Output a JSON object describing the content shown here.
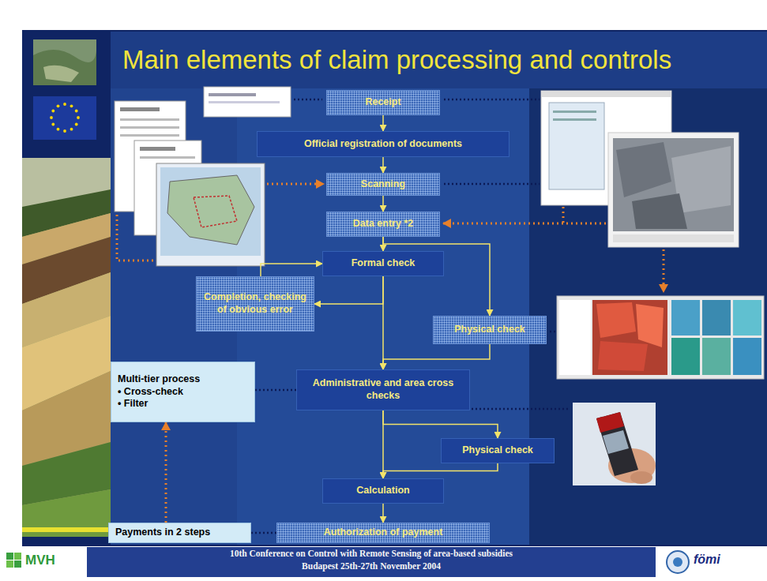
{
  "diagram": {
    "title": "Main elements of claim processing and controls",
    "nodes": [
      {
        "text": [
          "Receipt"
        ]
      },
      {
        "text": [
          "Official registration of documents"
        ]
      },
      {
        "text": [
          "Scanning"
        ]
      },
      {
        "text": [
          "Data entry *2"
        ]
      },
      {
        "text": [
          "Formal check"
        ]
      },
      {
        "text": [
          "Completion, checking of obvious error"
        ]
      },
      {
        "text": [
          "Physical check"
        ]
      },
      {
        "text": [
          "Administrative and area cross checks"
        ]
      },
      {
        "text": [
          "Physical check"
        ]
      },
      {
        "text": [
          "Calculation"
        ]
      },
      {
        "text": [
          "Authorization of payment"
        ]
      },
      {
        "text": [
          "Multi-tier process",
          "• Cross-check",
          "• Filter"
        ]
      },
      {
        "text": [
          "Payments in 2 steps"
        ]
      }
    ],
    "edges": [
      {
        "from": 0,
        "to": 1,
        "arrow": "to"
      },
      {
        "from": 1,
        "to": 2,
        "arrow": "to"
      },
      {
        "from": 2,
        "to": 3,
        "arrow": "to"
      },
      {
        "from": 3,
        "to": 4,
        "arrow": "to"
      },
      {
        "from": 3,
        "to": 6,
        "arrow": "to"
      },
      {
        "from": 4,
        "to": 5,
        "arrow": "to"
      },
      {
        "from": 5,
        "to": 4,
        "arrow": "to"
      },
      {
        "from": 4,
        "to": 7,
        "arrow": "to"
      },
      {
        "from": 6,
        "to": 7,
        "arrow": "to"
      },
      {
        "from": 7,
        "to": 8,
        "arrow": "to"
      },
      {
        "from": 7,
        "to": 9,
        "arrow": "to"
      },
      {
        "from": 8,
        "to": 9,
        "arrow": "to"
      },
      {
        "from": 9,
        "to": 10,
        "arrow": "to"
      },
      {
        "from": 11,
        "to": 7,
        "arrow": "none"
      },
      {
        "from": 12,
        "to": 10,
        "arrow": "none"
      },
      {
        "from": 12,
        "to": 11,
        "arrow": "to"
      }
    ],
    "labels": [
      "10th Conference on Control with Remote Sensing of area-based subsidies",
      "Budapest 25th-27th November 2004",
      "MVH",
      "fömi"
    ]
  }
}
